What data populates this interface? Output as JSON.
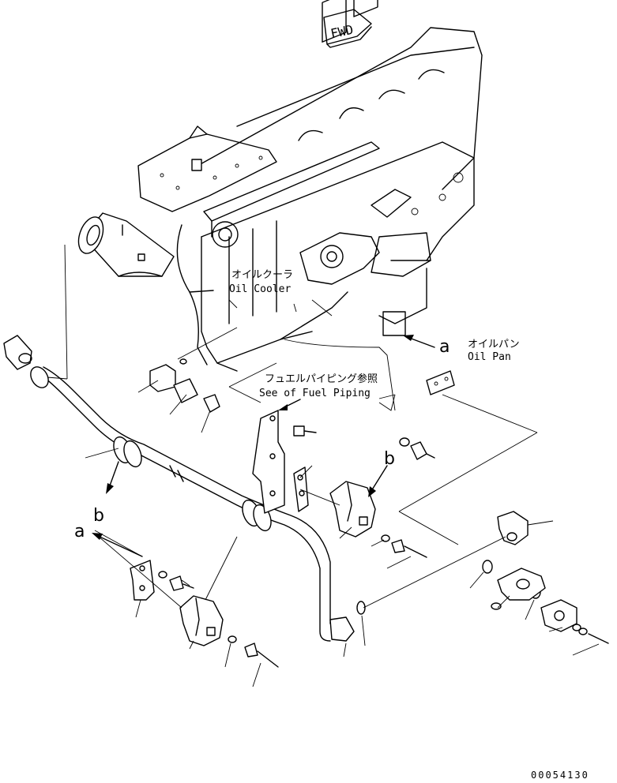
{
  "labels": {
    "fwd": "FWD",
    "oil_cooler_jp": "オイルクーラ",
    "oil_cooler_en": "Oil Cooler",
    "oil_pan_jp": "オイルパン",
    "oil_pan_en": "Oil Pan",
    "fuel_piping_jp": "フュエルパイピング参照",
    "fuel_piping_en": "See of Fuel Piping",
    "ref_a": "a",
    "ref_b": "b",
    "drawing_number": "00054130"
  }
}
